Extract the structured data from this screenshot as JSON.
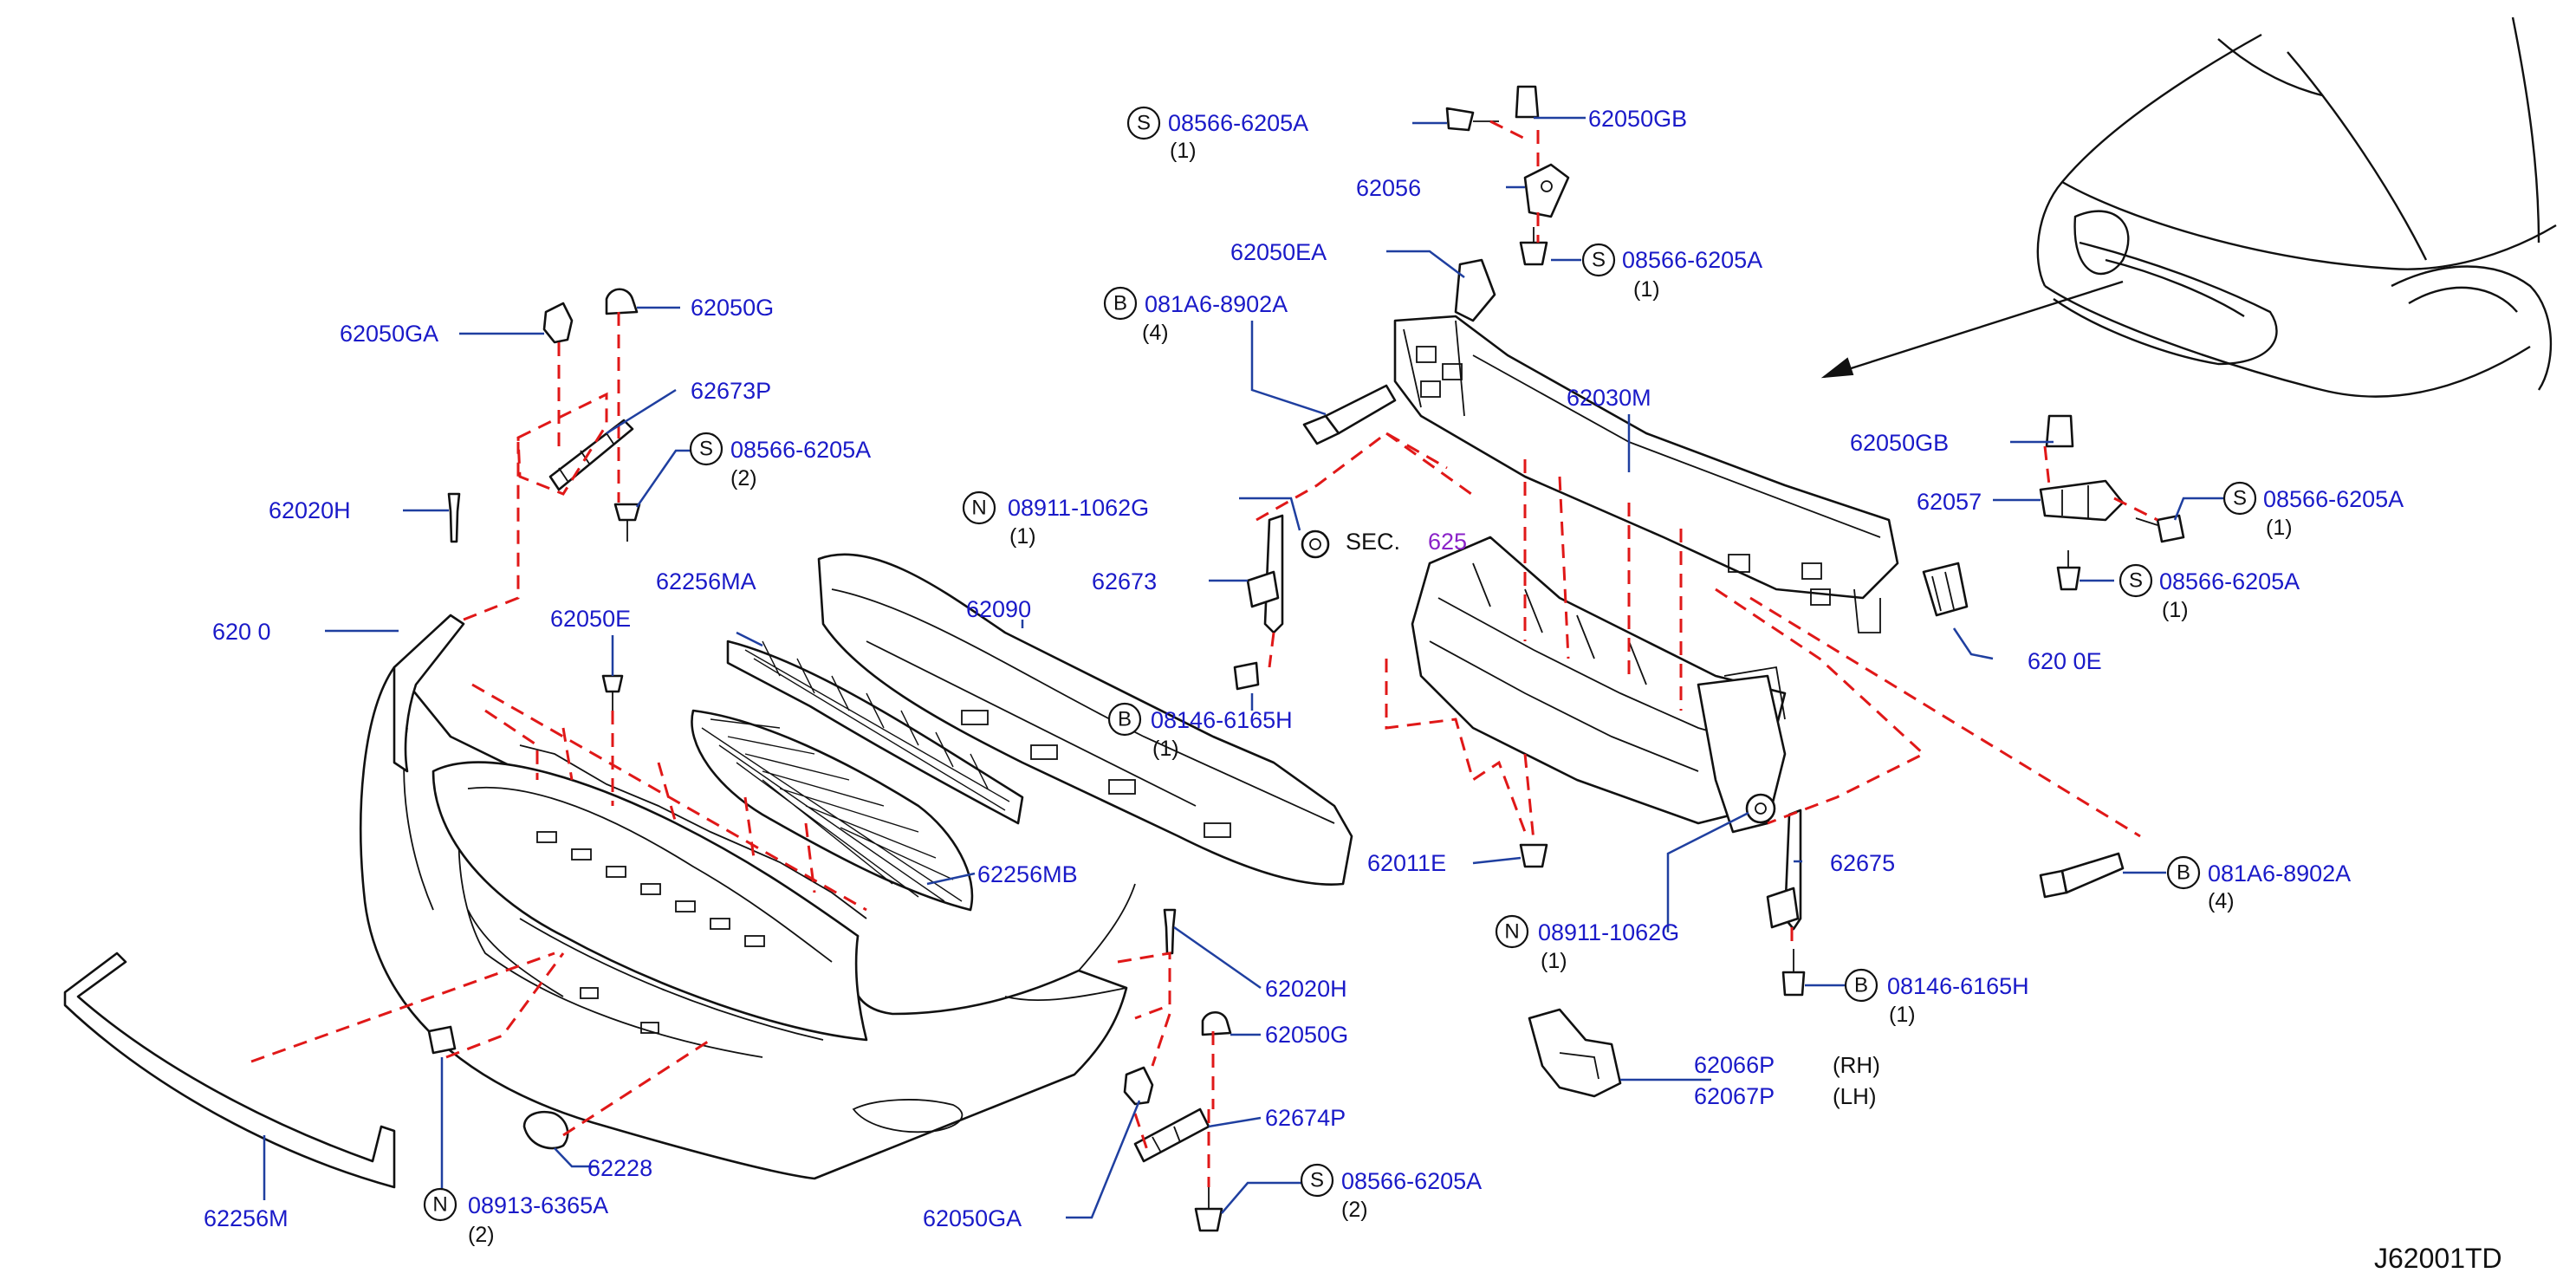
{
  "diagram_ref": "J62001TD",
  "section": {
    "prefix": "SEC.",
    "number": "625"
  },
  "labels": [
    {
      "id": "s-62050gb-top",
      "code": "S",
      "part": "08566-6205A",
      "qty": "(1)"
    },
    {
      "id": "62050gb-top",
      "part": "62050GB"
    },
    {
      "id": "62056",
      "part": "62056"
    },
    {
      "id": "62050ea",
      "part": "62050EA"
    },
    {
      "id": "s-62050ea",
      "code": "S",
      "part": "08566-6205A",
      "qty": "(1)"
    },
    {
      "id": "b-081a6-top",
      "code": "B",
      "part": "081A6-8902A",
      "qty": "(4)"
    },
    {
      "id": "62030m",
      "part": "62030M"
    },
    {
      "id": "62050ga-top",
      "part": "62050GA"
    },
    {
      "id": "62050g-top",
      "part": "62050G"
    },
    {
      "id": "62673p",
      "part": "62673P"
    },
    {
      "id": "s-62673p",
      "code": "S",
      "part": "08566-6205A",
      "qty": "(2)"
    },
    {
      "id": "62020h-left",
      "part": "62020H"
    },
    {
      "id": "62010-partial",
      "part": "620 0"
    },
    {
      "id": "62050e",
      "part": "62050E"
    },
    {
      "id": "62256ma",
      "part": "62256MA"
    },
    {
      "id": "n-08911-top",
      "code": "N",
      "part": "08911-1062G",
      "qty": "(1)"
    },
    {
      "id": "62090",
      "part": "62090"
    },
    {
      "id": "62673",
      "part": "62673"
    },
    {
      "id": "b-08146-left",
      "code": "B",
      "part": "08146-6165H",
      "qty": "(1)"
    },
    {
      "id": "62050gb-right",
      "part": "62050GB"
    },
    {
      "id": "62057",
      "part": "62057"
    },
    {
      "id": "s-62057",
      "code": "S",
      "part": "08566-6205A",
      "qty": "(1)"
    },
    {
      "id": "s-62050gb-right",
      "code": "S",
      "part": "08566-6205A",
      "qty": "(1)"
    },
    {
      "id": "62050e-right-partial",
      "part": "620 0E"
    },
    {
      "id": "62256mb",
      "part": "62256MB"
    },
    {
      "id": "62011e",
      "part": "62011E"
    },
    {
      "id": "62675",
      "part": "62675"
    },
    {
      "id": "b-081a6-right",
      "code": "B",
      "part": "081A6-8902A",
      "qty": "(4)"
    },
    {
      "id": "n-08911-bottom",
      "code": "N",
      "part": "08911-1062G",
      "qty": "(1)"
    },
    {
      "id": "b-08146-right",
      "code": "B",
      "part": "08146-6165H",
      "qty": "(1)"
    },
    {
      "id": "62020h-bottom",
      "part": "62020H"
    },
    {
      "id": "62050g-bottom",
      "part": "62050G"
    },
    {
      "id": "62674p",
      "part": "62674P"
    },
    {
      "id": "s-62674p",
      "code": "S",
      "part": "08566-6205A",
      "qty": "(2)"
    },
    {
      "id": "62050ga-bottom",
      "part": "62050GA"
    },
    {
      "id": "62066p",
      "part": "62066P",
      "side": "(RH)"
    },
    {
      "id": "62067p",
      "part": "62067P",
      "side": "(LH)"
    },
    {
      "id": "62228",
      "part": "62228"
    },
    {
      "id": "n-08913",
      "code": "N",
      "part": "08913-6365A",
      "qty": "(2)"
    },
    {
      "id": "62256m",
      "part": "62256M"
    }
  ]
}
